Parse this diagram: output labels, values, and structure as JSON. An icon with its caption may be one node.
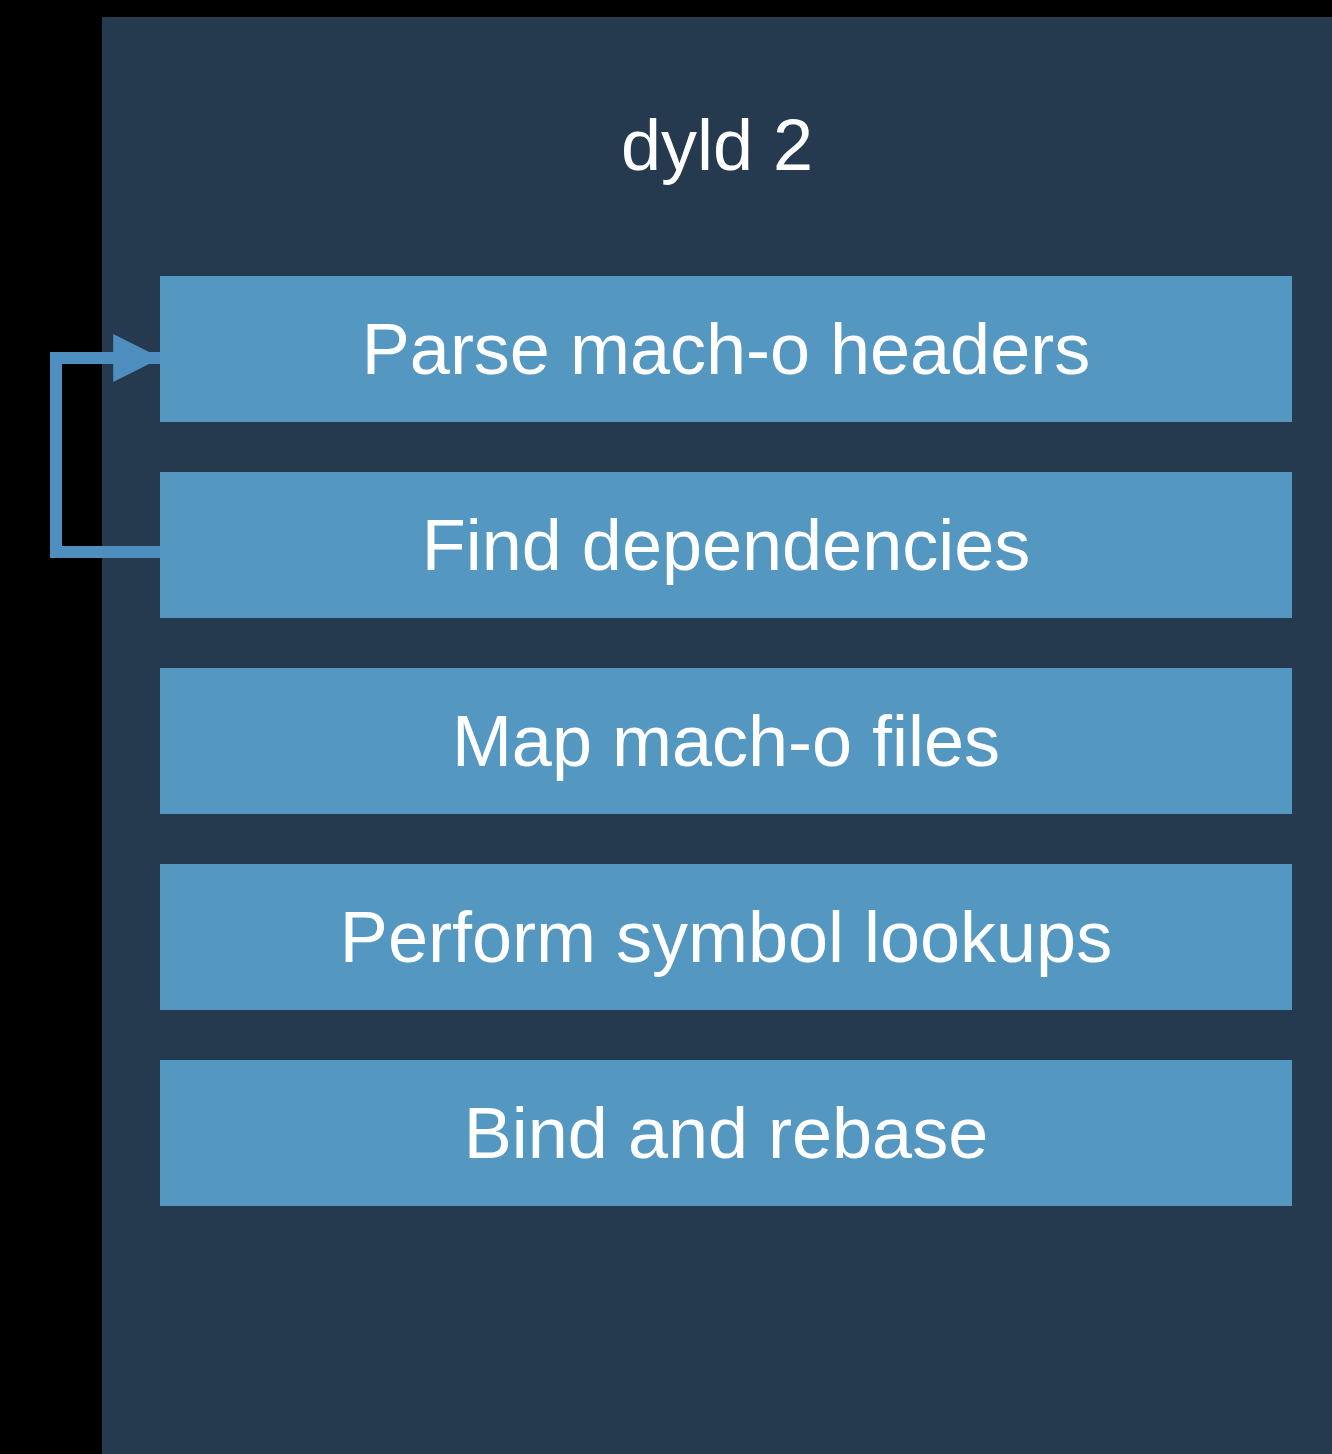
{
  "diagram": {
    "nodes": [
      {
        "text": [
          "dyld 2"
        ]
      },
      {
        "text": [
          "Parse mach-o headers"
        ],
        "in": 0
      },
      {
        "text": [
          "Find dependencies"
        ],
        "in": 0
      },
      {
        "text": [
          "Map mach-o files"
        ],
        "in": 0
      },
      {
        "text": [
          "Perform symbol lookups"
        ],
        "in": 0
      },
      {
        "text": [
          "Bind and rebase"
        ],
        "in": 0
      }
    ],
    "edges": [
      {
        "from": 2,
        "to": 1,
        "arrow": "to"
      }
    ]
  }
}
